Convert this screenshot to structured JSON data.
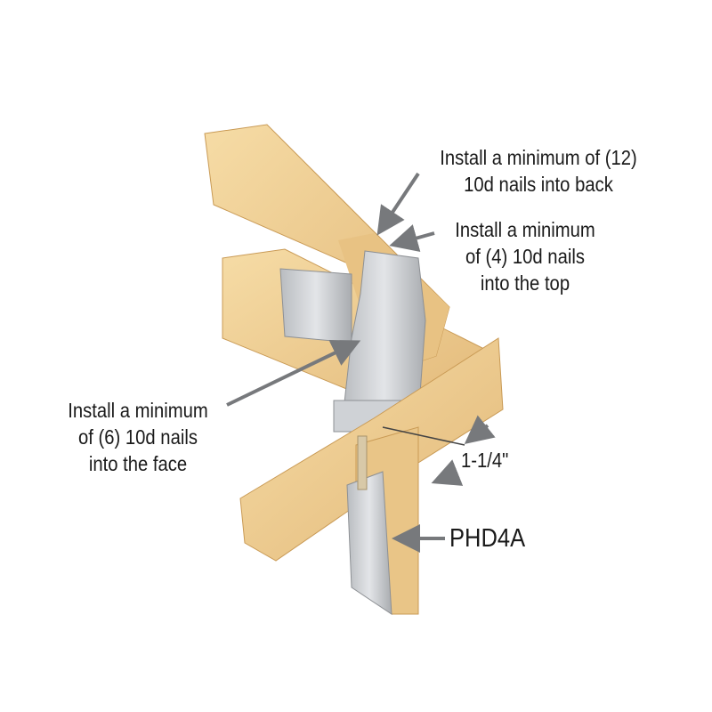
{
  "callouts": {
    "back": {
      "line1": "Install a minimum of (12)",
      "line2": "10d nails into back"
    },
    "top": {
      "line1": "Install a minimum",
      "line2": "of (4) 10d nails",
      "line3": "into the top"
    },
    "face": {
      "line1": "Install a minimum",
      "line2": "of (6) 10d nails",
      "line3": "into the face"
    },
    "dimension": "1-1/4\"",
    "product": "PHD4A"
  },
  "colors": {
    "wood": "#f0cf94",
    "wood_dark": "#d9ae6a",
    "steel": "#c9ccd0",
    "arrow": "#77797c"
  }
}
